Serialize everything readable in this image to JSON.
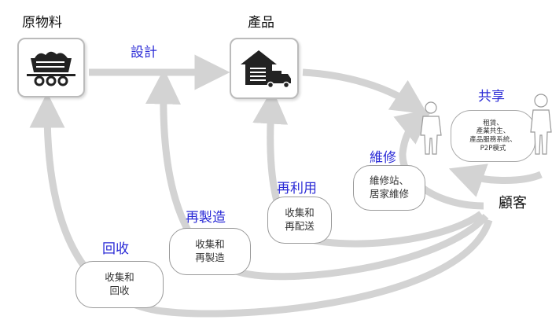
{
  "nodes": {
    "raw_material": "原物料",
    "product": "產品",
    "customer": "顧客"
  },
  "flows": {
    "design": "設計",
    "share": "共享",
    "repair": "維修",
    "reuse": "再利用",
    "remanufacture": "再製造",
    "recycle": "回收"
  },
  "bubbles": {
    "share": [
      "租賃、",
      "產業共生、",
      "產品服務系統、",
      "P2P模式"
    ],
    "repair": [
      "維修站、",
      "居家維修"
    ],
    "reuse": [
      "收集和",
      "再配送"
    ],
    "remanufacture": [
      "收集和",
      "再製造"
    ],
    "recycle": [
      "收集和",
      "回收"
    ]
  },
  "colors": {
    "flow_label": "#2a2ad6",
    "arrow": "#d3d3d3"
  }
}
